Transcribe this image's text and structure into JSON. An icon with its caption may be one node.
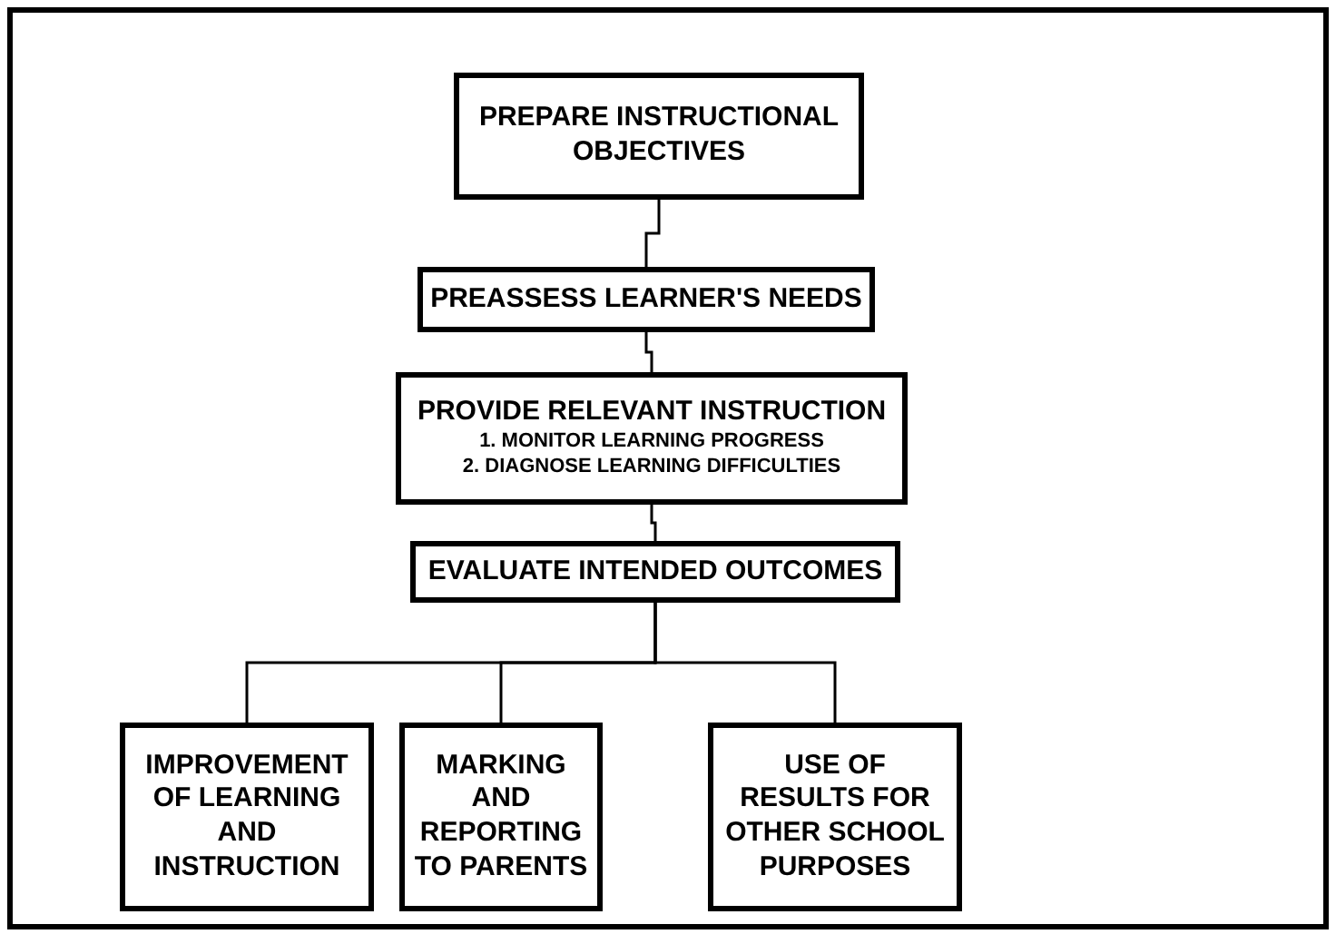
{
  "diagram": {
    "nodes": [
      {
        "text": [
          "PREPARE INSTRUCTIONAL OBJECTIVES"
        ]
      },
      {
        "text": [
          "PREASSESS LEARNER'S NEEDS"
        ]
      },
      {
        "text": [
          "PROVIDE RELEVANT INSTRUCTION",
          "1. MONITOR LEARNING PROGRESS",
          "2. DIAGNOSE LEARNING DIFFICULTIES"
        ]
      },
      {
        "text": [
          "EVALUATE INTENDED OUTCOMES"
        ]
      },
      {
        "text": [
          "IMPROVEMENT OF LEARNING AND INSTRUCTION"
        ]
      },
      {
        "text": [
          "MARKING AND REPORTING TO PARENTS"
        ]
      },
      {
        "text": [
          "USE OF RESULTS FOR OTHER SCHOOL PURPOSES"
        ]
      }
    ],
    "edges": [
      {
        "from": 0,
        "to": 1,
        "arrow": "none"
      },
      {
        "from": 1,
        "to": 2,
        "arrow": "none"
      },
      {
        "from": 2,
        "to": 3,
        "arrow": "none"
      },
      {
        "from": 3,
        "to": 4,
        "arrow": "none"
      },
      {
        "from": 3,
        "to": 5,
        "arrow": "none"
      },
      {
        "from": 3,
        "to": 6,
        "arrow": "none"
      }
    ]
  }
}
